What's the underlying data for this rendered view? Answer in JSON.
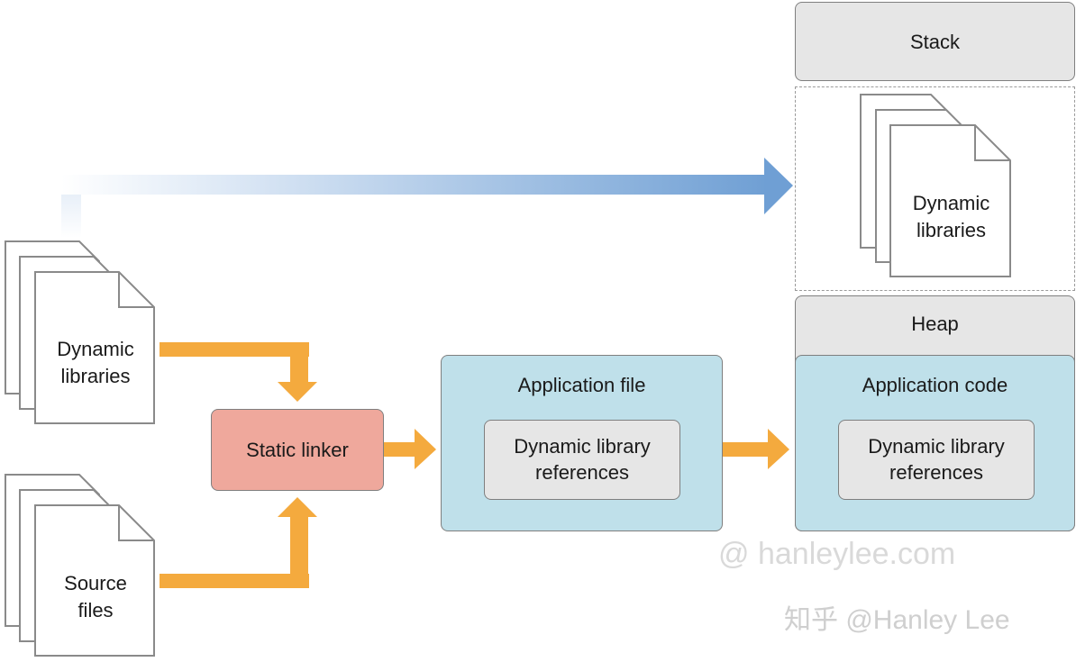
{
  "left": {
    "dynamic_libraries_label": [
      "Dynamic",
      "libraries"
    ],
    "source_files_label": [
      "Source",
      "files"
    ]
  },
  "static_linker": {
    "label": "Static linker"
  },
  "application_file": {
    "title": "Application file",
    "inner": [
      "Dynamic library",
      "references"
    ]
  },
  "memory": {
    "stack_label": "Stack",
    "loaded_dynamic_libraries_label": [
      "Dynamic",
      "libraries"
    ],
    "heap_label": "Heap",
    "application_code": {
      "title": "Application code",
      "inner": [
        "Dynamic library",
        "references"
      ]
    }
  },
  "watermarks": {
    "site": "@ hanleylee.com",
    "zhihu": "知乎 @Hanley Lee"
  },
  "colors": {
    "orange_arrow": "#f4aa3e",
    "blue_arrow": "#6f9fd4",
    "box_blue": "#bfe0ea",
    "box_gray": "#e6e6e6",
    "box_red": "#efa89c"
  }
}
